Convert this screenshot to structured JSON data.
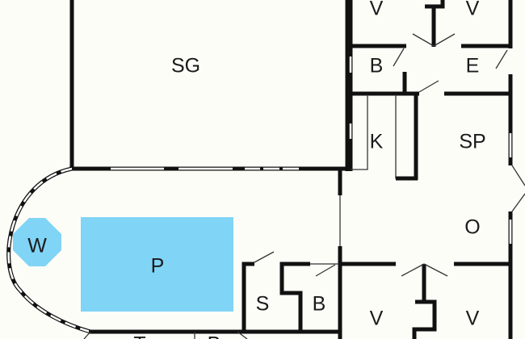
{
  "plan": {
    "colors": {
      "water": "#80d4f6",
      "wall": "#111111",
      "floor": "#fdfdf8"
    },
    "rooms": {
      "sg": "SG",
      "v_top_left": "V",
      "v_top_right": "V",
      "b_top": "B",
      "e": "E",
      "k": "K",
      "sp": "SP",
      "o": "O",
      "p": "P",
      "w": "W",
      "s": "S",
      "b_bottom": "B",
      "v_bottom_left": "V",
      "v_bottom_right": "V",
      "t": "T",
      "b_edge": "B"
    }
  }
}
